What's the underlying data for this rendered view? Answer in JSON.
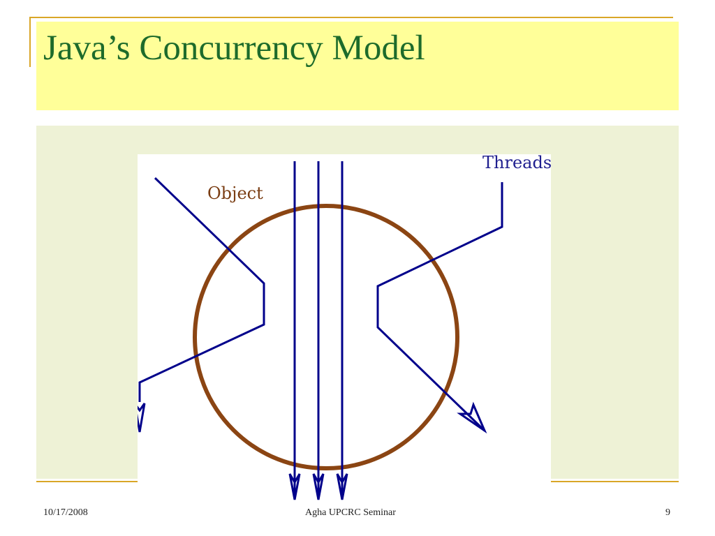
{
  "slide": {
    "title": "Java’s Concurrency Model"
  },
  "diagram": {
    "object_label": "Object",
    "threads_label": "Threads",
    "colors": {
      "object": "#8b4513",
      "thread": "#00008b"
    }
  },
  "footer": {
    "date": "10/17/2008",
    "center": "Agha UPCRC Seminar",
    "page": "9"
  }
}
